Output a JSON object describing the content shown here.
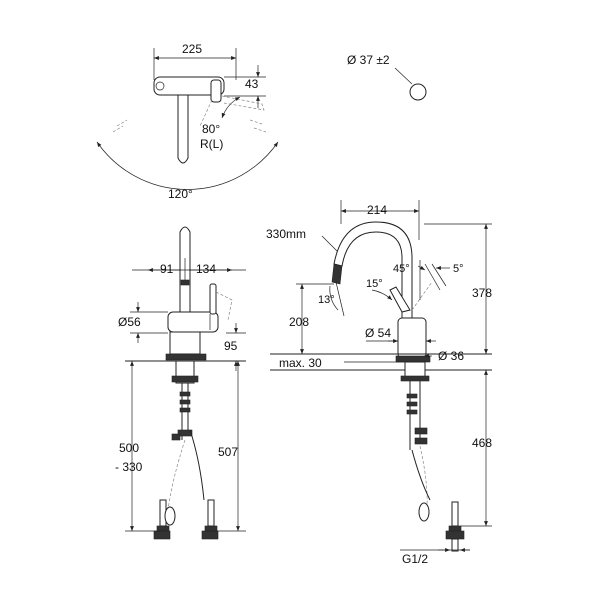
{
  "top_view": {
    "width": "225",
    "offset": "43",
    "rotation": "80°",
    "rotation_side": "R(L)",
    "swivel": "120°"
  },
  "hole": {
    "diameter": "Ø 37 ±2"
  },
  "front_view": {
    "left": "91",
    "right": "134",
    "base_diameter": "Ø56",
    "height_95": "95",
    "hose_range_a": "500",
    "hose_range_b": "- 330",
    "hose_total": "507"
  },
  "side_view": {
    "reach": "214",
    "hose_length": "330mm",
    "angle_45": "45°",
    "angle_5": "5°",
    "angle_15": "15°",
    "angle_13": "13°",
    "height_378": "378",
    "height_208": "208",
    "body_diameter": "Ø 54",
    "max_thickness": "max. 30",
    "shank_diameter": "Ø 36",
    "lower_468": "468",
    "thread": "G1/2"
  }
}
